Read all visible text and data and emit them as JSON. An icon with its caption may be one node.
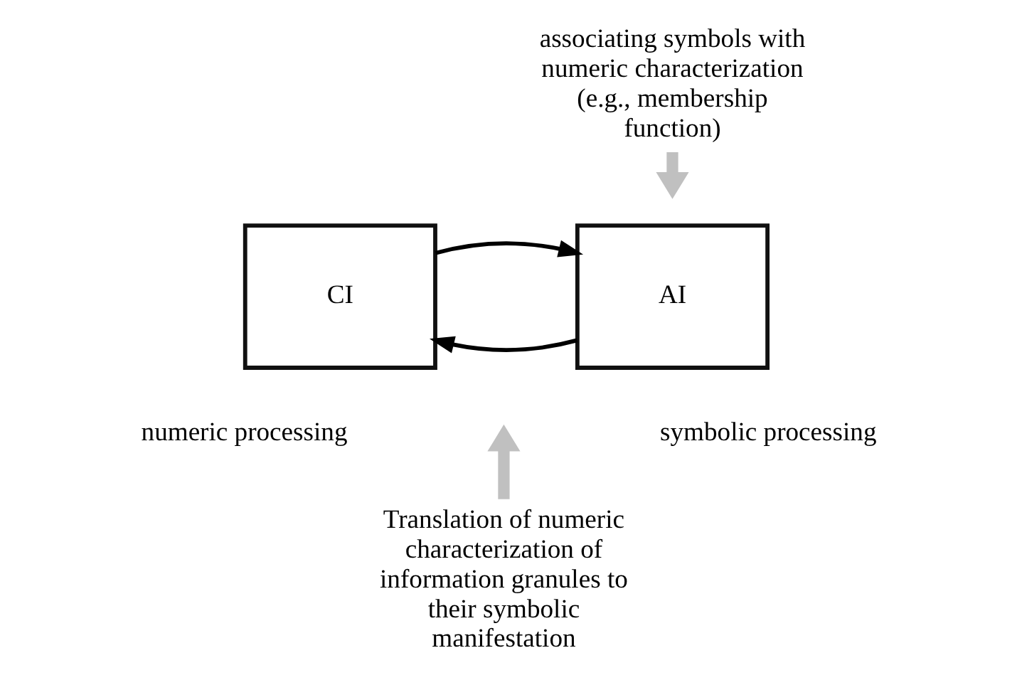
{
  "diagram": {
    "nodes": [
      {
        "text": [
          "AI"
        ],
        "beside": [
          "symbolic processing"
        ]
      },
      {
        "text": [
          "CI"
        ],
        "beside": [
          "numeric processing"
        ]
      },
      {
        "text": [
          "associating symbols with numeric characterization (e.g., membership function)"
        ]
      },
      {
        "text": [
          "Translation of numeric characterization of information granules to their symbolic manifestation"
        ]
      }
    ],
    "edges": [
      {
        "from": 0,
        "to": 1,
        "arrow": "to"
      },
      {
        "from": 1,
        "to": 0,
        "arrow": "to"
      },
      {
        "from": 2,
        "to": null,
        "arrow": "to",
        "style": "thick",
        "color": "#c0c0c0"
      },
      {
        "from": 3,
        "to": null,
        "arrow": "to",
        "style": "thick",
        "color": "#c0c0c0"
      }
    ]
  }
}
